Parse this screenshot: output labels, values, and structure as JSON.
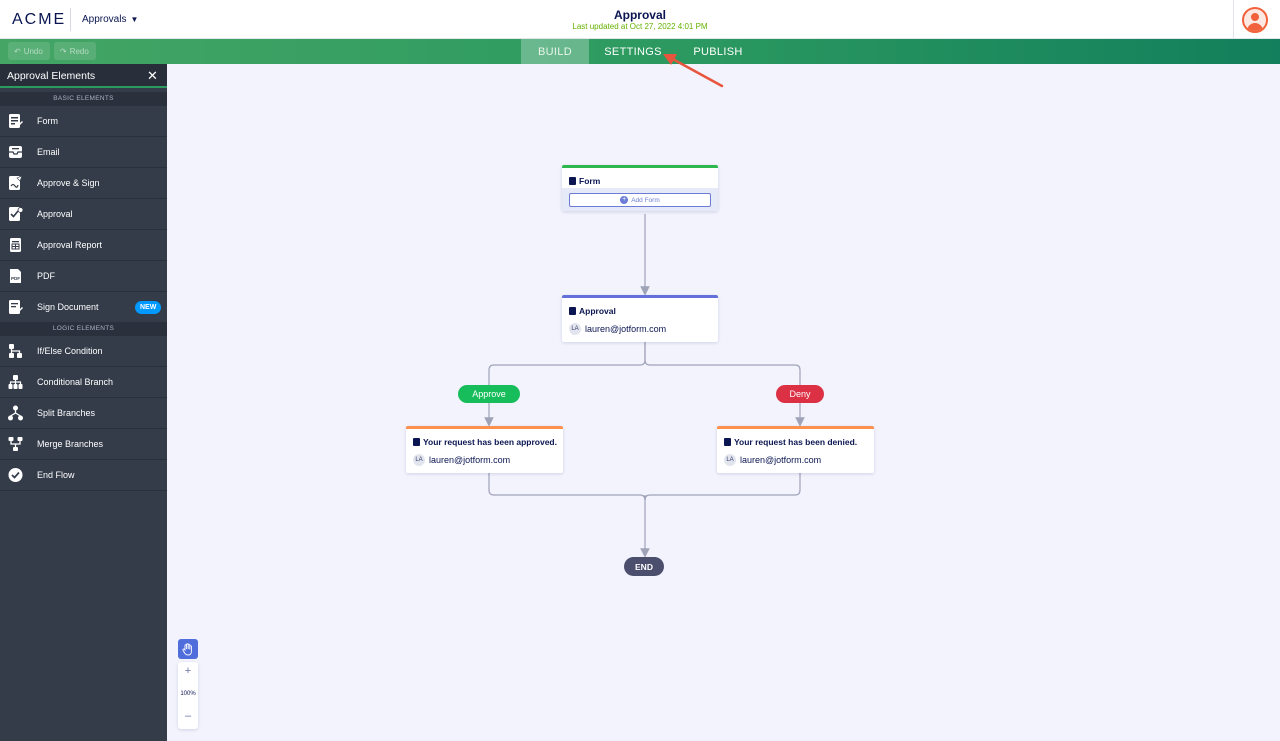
{
  "header": {
    "logo": "ACME",
    "app_menu": "Approvals",
    "title": "Approval",
    "subtitle": "Last updated at Oct 27, 2022 4:01 PM"
  },
  "toolbar": {
    "undo_label": "Undo",
    "redo_label": "Redo",
    "tabs": [
      "BUILD",
      "SETTINGS",
      "PUBLISH"
    ],
    "active_tab": "BUILD"
  },
  "sidebar": {
    "title": "Approval Elements",
    "basic_section": "BASIC ELEMENTS",
    "basic_items": [
      {
        "label": "Form",
        "icon": "form-icon"
      },
      {
        "label": "Email",
        "icon": "email-icon"
      },
      {
        "label": "Approve & Sign",
        "icon": "approve-sign-icon"
      },
      {
        "label": "Approval",
        "icon": "approval-icon"
      },
      {
        "label": "Approval Report",
        "icon": "report-icon"
      },
      {
        "label": "PDF",
        "icon": "pdf-icon"
      },
      {
        "label": "Sign Document",
        "icon": "sign-document-icon",
        "badge": "NEW"
      }
    ],
    "logic_section": "LOGIC ELEMENTS",
    "logic_items": [
      {
        "label": "If/Else Condition",
        "icon": "if-else-icon"
      },
      {
        "label": "Conditional Branch",
        "icon": "conditional-branch-icon"
      },
      {
        "label": "Split Branches",
        "icon": "split-branches-icon"
      },
      {
        "label": "Merge Branches",
        "icon": "merge-branches-icon"
      },
      {
        "label": "End Flow",
        "icon": "end-flow-icon"
      }
    ]
  },
  "flow": {
    "form_node": {
      "title": "Form",
      "button": "Add Form"
    },
    "approval_node": {
      "title": "Approval",
      "initials": "LA",
      "email": "lauren@jotform.com"
    },
    "approve_label": "Approve",
    "deny_label": "Deny",
    "approved_email_node": {
      "title": "Your request has been approved.",
      "initials": "LA",
      "email": "lauren@jotform.com"
    },
    "denied_email_node": {
      "title": "Your request has been denied.",
      "initials": "LA",
      "email": "lauren@jotform.com"
    },
    "end_label": "END"
  },
  "zoom": {
    "in": "+",
    "level": "100%",
    "out": "–"
  },
  "colors": {
    "brand_green": "#2d9b60",
    "form_bar": "#2eb74e",
    "approval_bar": "#6470d9",
    "email_bar": "#ff9050",
    "approve": "#18bd5b",
    "deny": "#dc3144",
    "end": "#4b4e6d",
    "annotation_arrow": "#e8553d"
  }
}
